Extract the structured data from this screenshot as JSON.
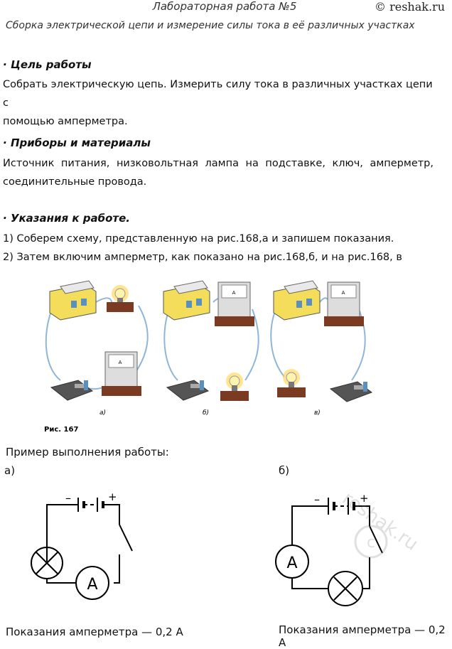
{
  "header": {
    "title": "Лабораторная работа №5",
    "site": "© reshak.ru",
    "subtitle": "Сборка электрической цепи и измерение силы тока в её различных участках"
  },
  "sections": {
    "goal": {
      "heading": "Цель работы",
      "line1": "Собрать электрическую цепь. Измерить силу тока в различных участках цепи с",
      "line2": "помощью амперметра."
    },
    "materials": {
      "heading": "Приборы и материалы",
      "line1": "Источник питания, низковольтная лампа на подставке, ключ, амперметр,",
      "line2": "соединительные провода."
    },
    "instructions": {
      "heading": "Указания к работе.",
      "step1": "1) Соберем схему, представленную на рис.168,а и запишем показания.",
      "step2": "2) Затем включим амперметр, как показано на рис.168,б, и на рис.168, в"
    }
  },
  "figure": {
    "caption": "Рис. 167",
    "labels": [
      "а)",
      "б)",
      "в)"
    ]
  },
  "example": {
    "heading": "Пример выполнения работы:",
    "label_a": "а)",
    "label_b": "б)",
    "minus": "–",
    "plus": "+",
    "ammeter_symbol": "A",
    "reading_a": "Показания амперметра — 0,2 А",
    "reading_b": "Показания амперметра — 0,2 А"
  },
  "watermark": "reshak.ru",
  "colors": {
    "wire": "#8fb6d8",
    "battery_yellow": "#f3dd5a",
    "base_brown": "#7a3b22",
    "lamp_glow": "#ffd34a"
  }
}
